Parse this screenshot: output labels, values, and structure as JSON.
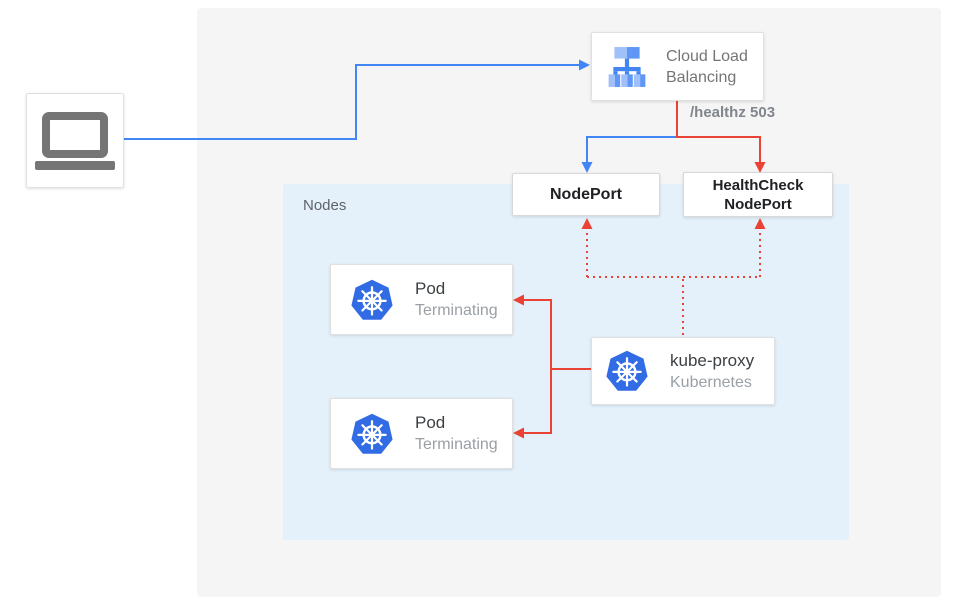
{
  "colors": {
    "blue": "#4285f4",
    "red": "#ea4335",
    "kubernetes_blue": "#326ce5",
    "panel_bg": "#f5f5f5",
    "nodes_bg": "#e4f1fb",
    "card_border": "#e0e0e0",
    "text_dark": "#3c4043",
    "text_gray": "#9aa0a6",
    "label_gray": "#80868b"
  },
  "diagram": {
    "cloud_load_balancing": {
      "label_line1": "Cloud Load",
      "label_line2": "Balancing",
      "icon": "load-balancer-icon"
    },
    "healthz_label": "/healthz 503",
    "nodeport_label": "NodePort",
    "healthcheck_nodeport": {
      "line1": "HealthCheck",
      "line2": "NodePort"
    },
    "nodes_container_label": "Nodes",
    "client": {
      "icon": "laptop-icon"
    },
    "pods": [
      {
        "title": "Pod",
        "status": "Terminating",
        "icon": "kubernetes-icon"
      },
      {
        "title": "Pod",
        "status": "Terminating",
        "icon": "kubernetes-icon"
      }
    ],
    "kube_proxy": {
      "title": "kube-proxy",
      "subtitle": "Kubernetes",
      "icon": "kubernetes-icon"
    }
  }
}
